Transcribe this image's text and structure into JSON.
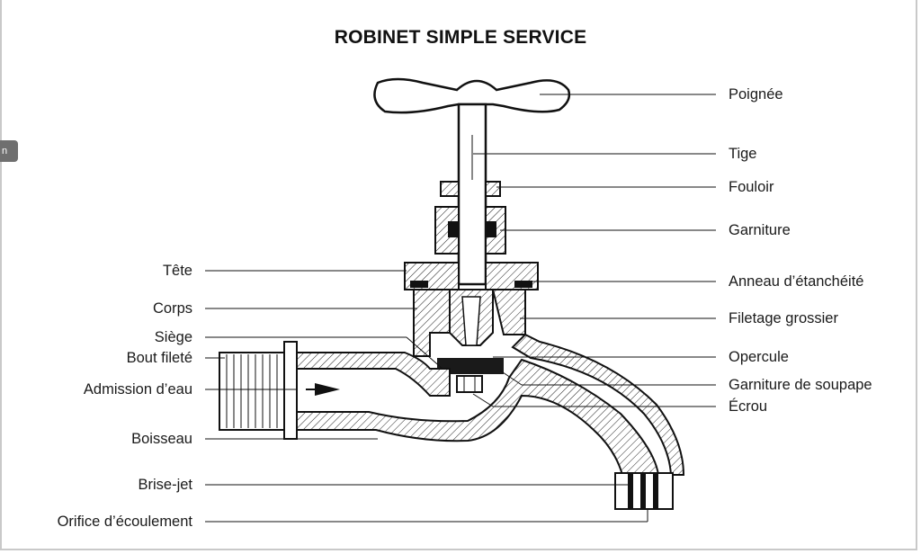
{
  "title": "ROBINET SIMPLE SERVICE",
  "side_tab": "n",
  "labels_right": [
    "Poignée",
    "Tige",
    "Fouloir",
    "Garniture",
    "Anneau d’étanchéité",
    "Filetage grossier",
    "Opercule",
    "Garniture de soupape",
    "Écrou"
  ],
  "labels_left": [
    "Tête",
    "Corps",
    "Siège",
    "Bout fileté",
    "Admission d’eau",
    "Boisseau",
    "Brise-jet",
    "Orifice d’écoulement"
  ]
}
